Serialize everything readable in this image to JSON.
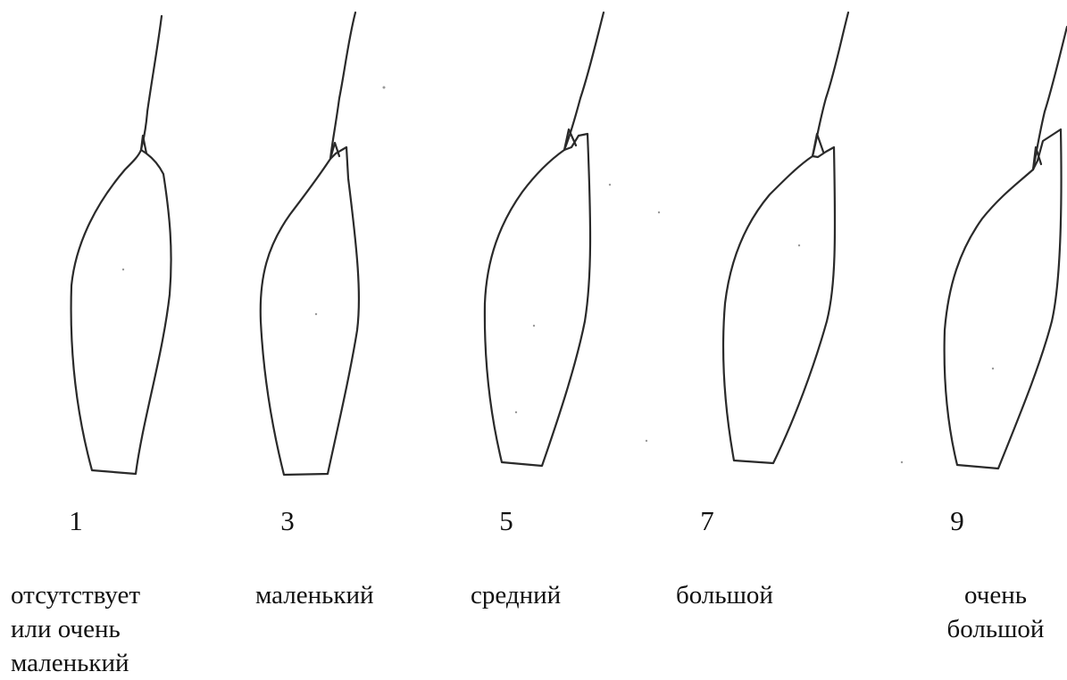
{
  "figure": {
    "items": [
      {
        "grade": "1",
        "description_lines": [
          "отсутствует",
          "или очень",
          "маленький"
        ]
      },
      {
        "grade": "3",
        "description_lines": [
          "маленький"
        ]
      },
      {
        "grade": "5",
        "description_lines": [
          "средний"
        ]
      },
      {
        "grade": "7",
        "description_lines": [
          "большой"
        ]
      },
      {
        "grade": "9",
        "description_lines": [
          "очень",
          "большой"
        ]
      }
    ]
  }
}
